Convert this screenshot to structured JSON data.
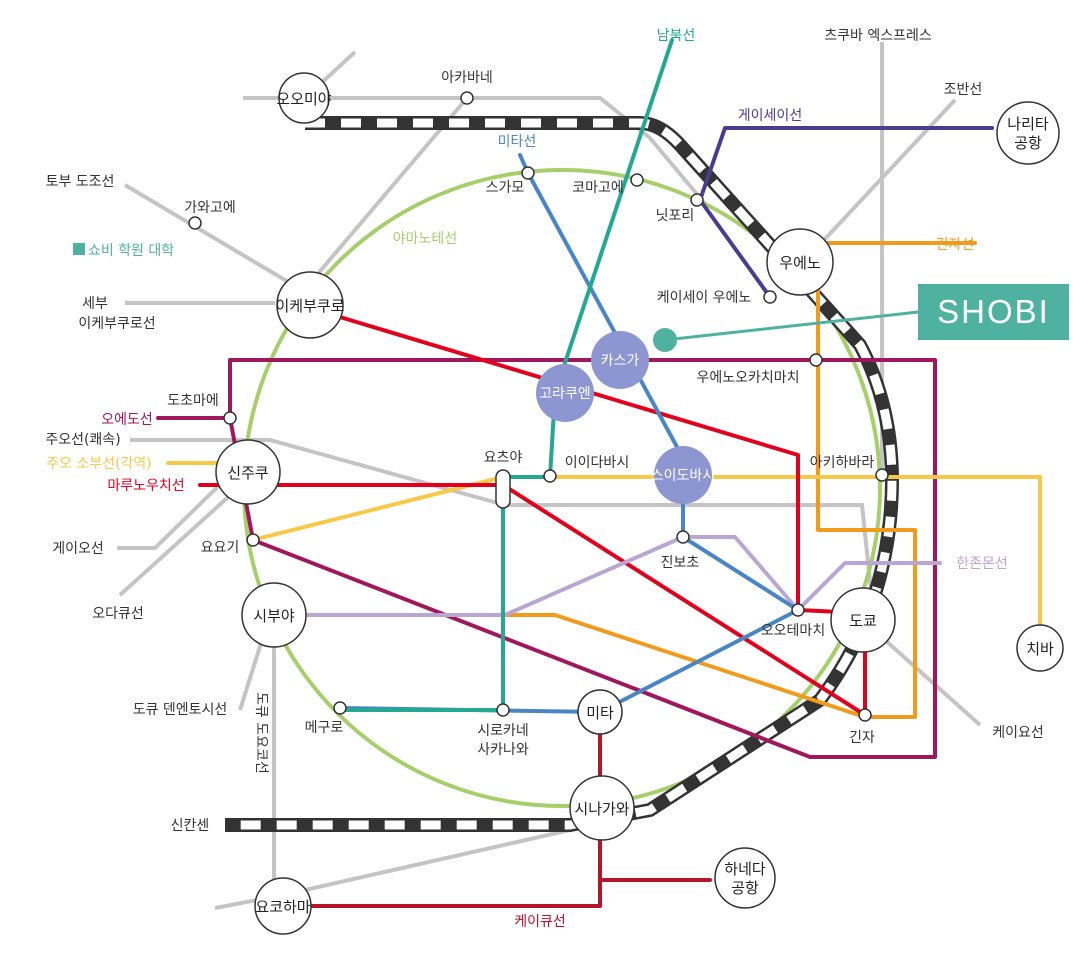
{
  "colors": {
    "yamanote": "#a6cf6c",
    "marunouchi": "#e2001d",
    "oedo": "#a0175c",
    "chuo_sobu": "#f7c948",
    "ginza": "#f29a1b",
    "hibiya": "#b5b5b5",
    "hanzomon": "#b9a6d3",
    "tozai": "#0aa8b6",
    "mita": "#4a86c5",
    "namboku": "#23a991",
    "keisei": "#4c3c8f",
    "keikyu": "#b5152a",
    "shinkansen": "#333333",
    "jr_gray": "#c4c4c4",
    "hub": "#8e96d2",
    "shobi": "#4fb1a0"
  },
  "brand": {
    "name": "SHOBI",
    "marker_label": "쇼비 학원 대학"
  },
  "lines": {
    "yamanote": "야마노테선",
    "namboku": "남북선",
    "tsukuba": "츠쿠바 엑스프레스",
    "joban": "조반선",
    "keisei": "게이세이선",
    "mita": "미타선",
    "ginza": "긴자선",
    "tobu_tojo": "토부 도조선",
    "seibu_ikebukuro": [
      "세부",
      "이케부쿠로선"
    ],
    "oedo": "오에도선",
    "chuo_rapid": "주오선(쾌속)",
    "chuo_sobu": "주오 소부선(각역)",
    "marunouchi": "마루노우치선",
    "keio": "게이오선",
    "odakyu": "오다큐선",
    "tokyu_denentoshi": "도큐 덴엔토시선",
    "tokyu_toyoko": "도큐 도요코선",
    "shinkansen": "신칸센",
    "keikyu": "케이큐선",
    "hanzomon": "한존몬선",
    "keiyo": "케이요선"
  },
  "stations": {
    "omiya": "오오미야",
    "akabane": "아카바네",
    "kawagoe": "가와고에",
    "ikebukuro": "이케부쿠로",
    "sugamo": "스가모",
    "komagome": "코마고에",
    "nippori": "닛포리",
    "ueno": "우에노",
    "narita": [
      "나리타",
      "공항"
    ],
    "keisei_ueno": "케이세이 우에노",
    "kasuga": "카스가",
    "korakuen": "고라쿠엔",
    "ueno_okachimachi": "우에노오카치마치",
    "tochomae": "도초마에",
    "shinjuku": "신주쿠",
    "yotsuya": "요츠야",
    "iidabashi": "이이다바시",
    "suidobashi": "스이도바시",
    "akihabara": "아키하바라",
    "yoyogi": "요요기",
    "jimbocho": "진보초",
    "shibuya": "시부야",
    "otemachi": "오오테마치",
    "tokyo": "도쿄",
    "chiba": "치바",
    "meguro": "메구로",
    "shirokane": [
      "시로카네",
      "사카나와"
    ],
    "mita": "미타",
    "ginza": "긴자",
    "shinagawa": "시나가와",
    "haneda": [
      "하네다",
      "공항"
    ],
    "yokohama": "요코하마"
  }
}
